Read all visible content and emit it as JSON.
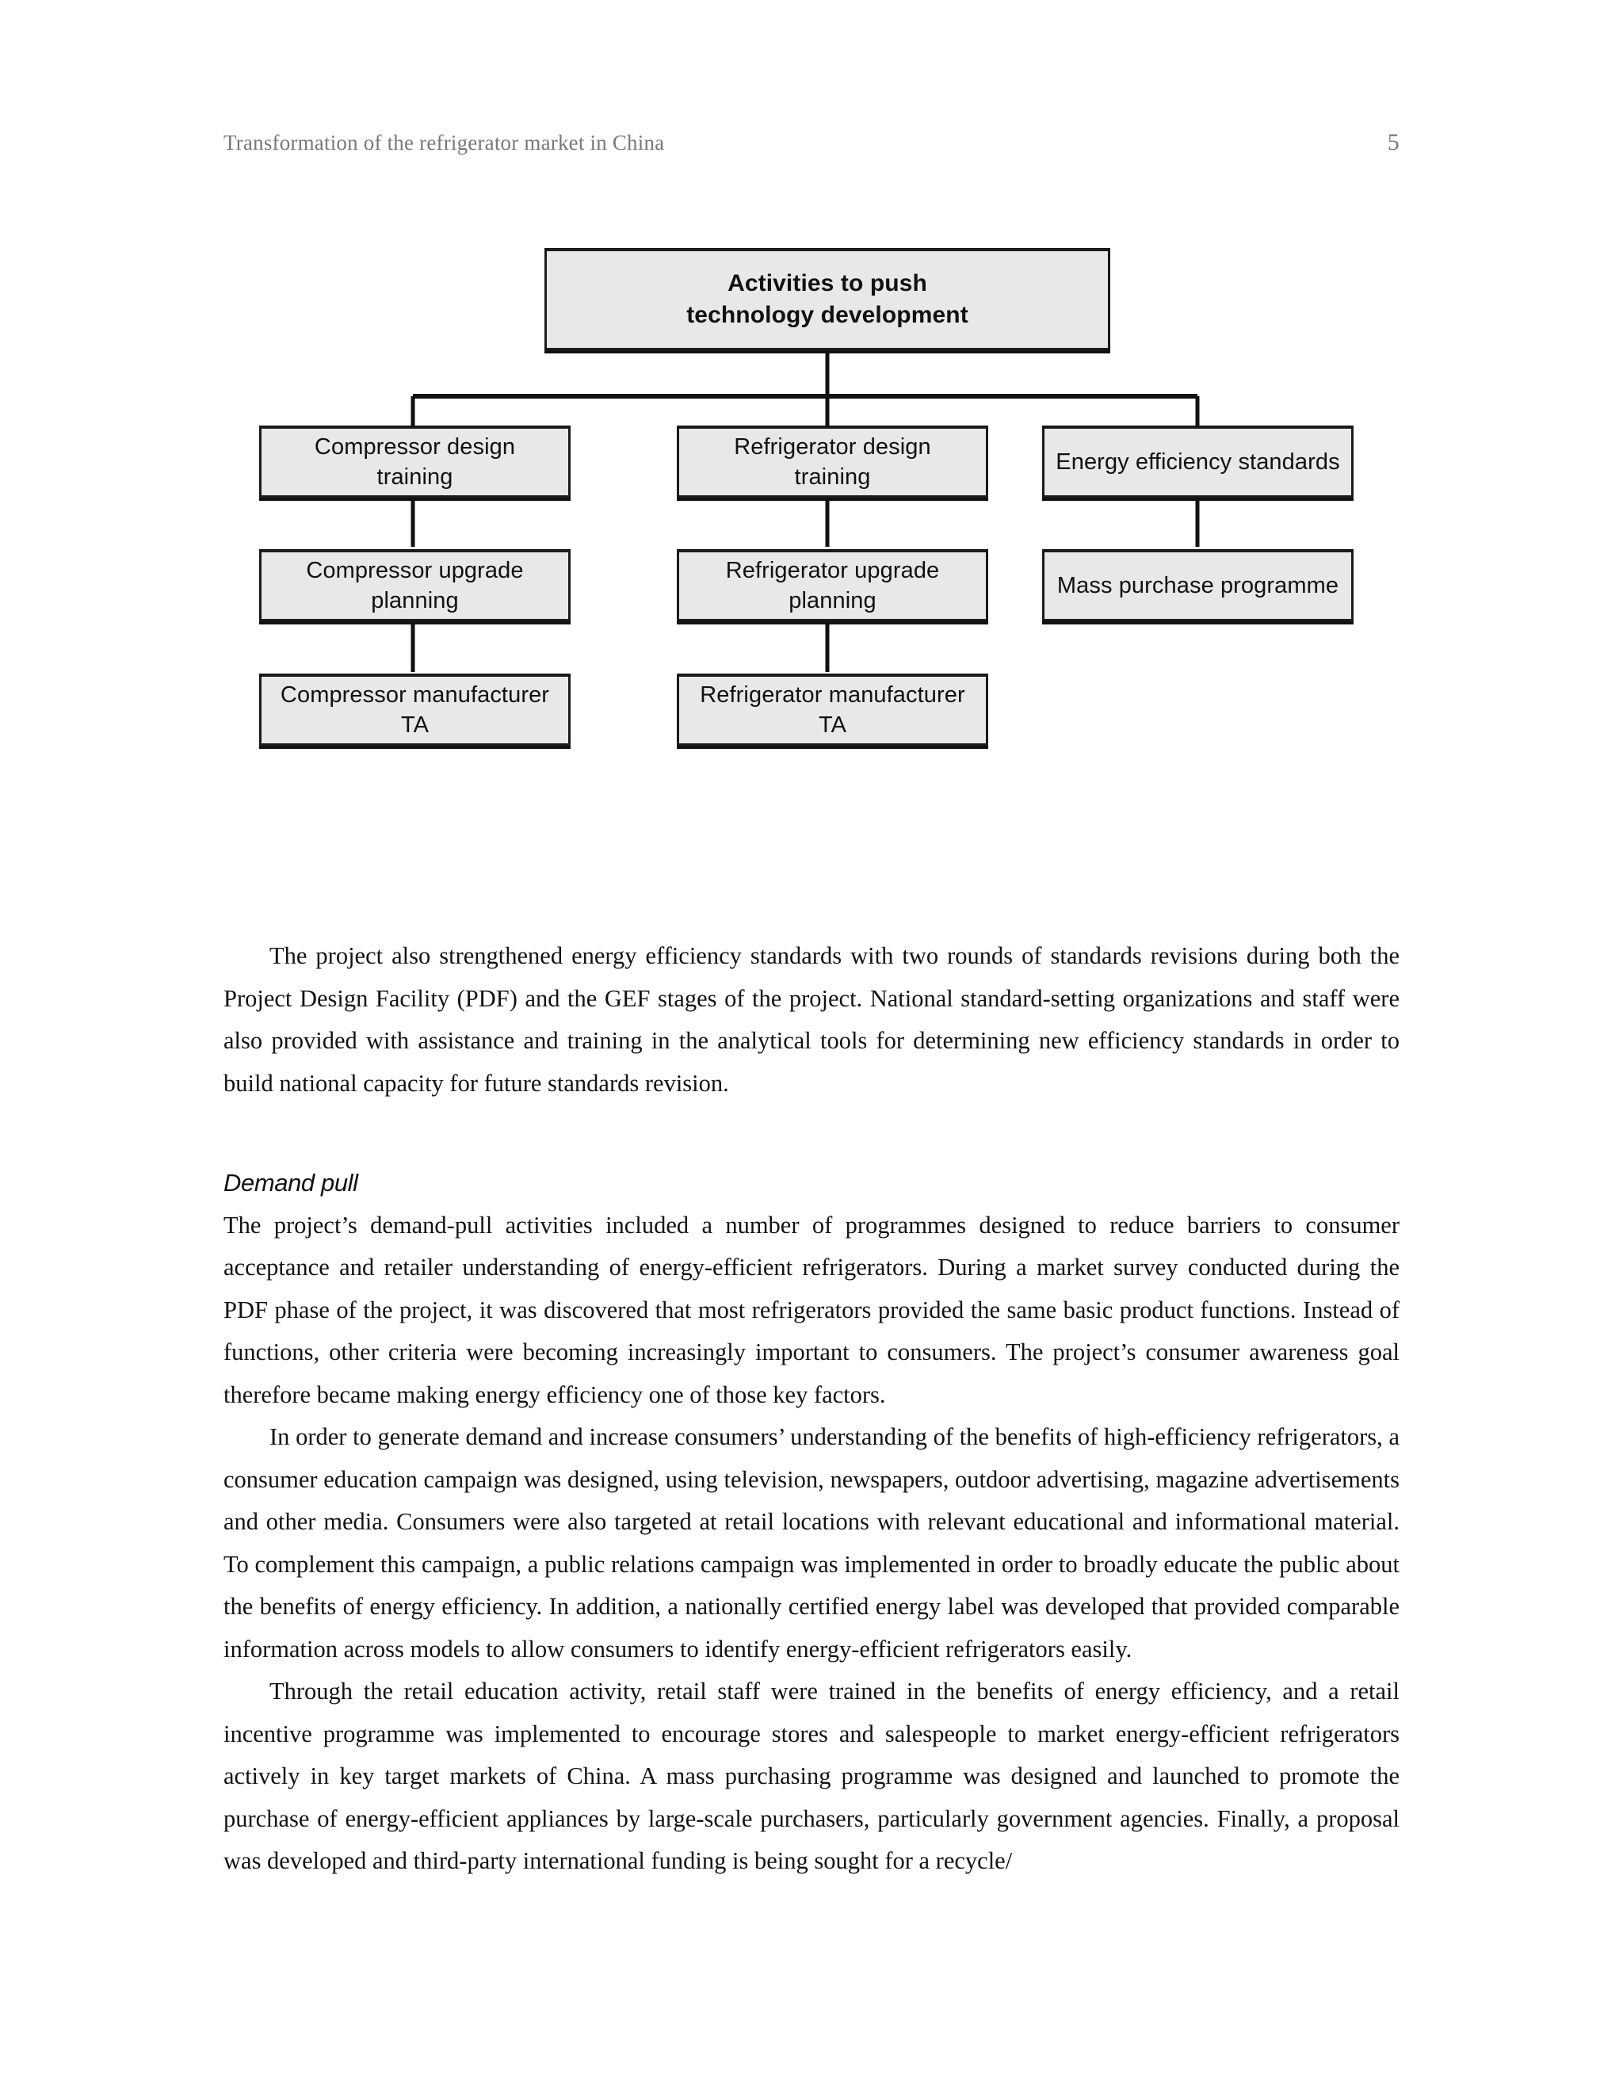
{
  "header": {
    "title": "Transformation of the refrigerator market in China",
    "page_number": "5"
  },
  "figure": {
    "type": "org-chart",
    "root": {
      "label": "Activities to push\ntechnology development"
    },
    "columns": [
      {
        "nodes": [
          {
            "label": "Compressor design\ntraining"
          },
          {
            "label": "Compressor upgrade\nplanning"
          },
          {
            "label": "Compressor manufacturer\nTA"
          }
        ]
      },
      {
        "nodes": [
          {
            "label": "Refrigerator design\ntraining"
          },
          {
            "label": "Refrigerator upgrade\nplanning"
          },
          {
            "label": "Refrigerator manufacturer\nTA"
          }
        ]
      },
      {
        "nodes": [
          {
            "label": "Energy efficiency standards"
          },
          {
            "label": "Mass purchase programme"
          }
        ]
      }
    ],
    "colors": {
      "box_fill": "#e8e8e8",
      "box_border": "#1b1b1b",
      "connector": "#111111"
    }
  },
  "body": {
    "paragraphs": [
      {
        "id": "p1",
        "style": "indented",
        "text": "The project also strengthened energy efficiency standards with two rounds of standards revisions during both the Project Design Facility (PDF) and the GEF stages of the project. National standard-setting organizations and staff were also provided with assistance and training in the analytical tools for determining new efficiency standards in order to build national capacity for future standards revision."
      }
    ],
    "subhead": "Demand pull",
    "paragraphs_after": [
      {
        "id": "p2",
        "style": "flush",
        "text": "The project’s demand-pull activities included a number of programmes designed to reduce barriers to consumer acceptance and retailer understanding of energy-efficient refrigerators. During a market survey conducted during the PDF phase of the project, it was discovered that most refrigerators provided the same basic product functions. Instead of functions, other criteria were becoming increasingly important to consumers. The project’s consumer awareness goal therefore became making energy efficiency one of those key factors."
      },
      {
        "id": "p3",
        "style": "indented",
        "text": "In order to generate demand and increase consumers’ understanding of the benefits of high-efficiency refrigerators, a consumer education campaign was designed, using television, newspapers, outdoor advertising, magazine advertisements and other media. Consumers were also targeted at retail locations with relevant educational and informational material. To complement this campaign, a public relations campaign was implemented in order to broadly educate the public about the benefits of energy efficiency. In addition, a nationally certified energy label was developed that provided comparable information across models to allow consumers to identify energy-efficient refrigerators easily."
      },
      {
        "id": "p4",
        "style": "indented",
        "text": "Through the retail education activity, retail staff were trained in the benefits of energy efficiency, and a retail incentive programme was implemented to encourage stores and salespeople to market energy-efficient refrigerators actively in key target markets of China. A mass purchasing programme was designed and launched to promote the purchase of energy-efficient appliances by large-scale purchasers, particularly government agencies. Finally, a proposal was developed and third-party international funding is being sought for a recycle/"
      }
    ]
  }
}
